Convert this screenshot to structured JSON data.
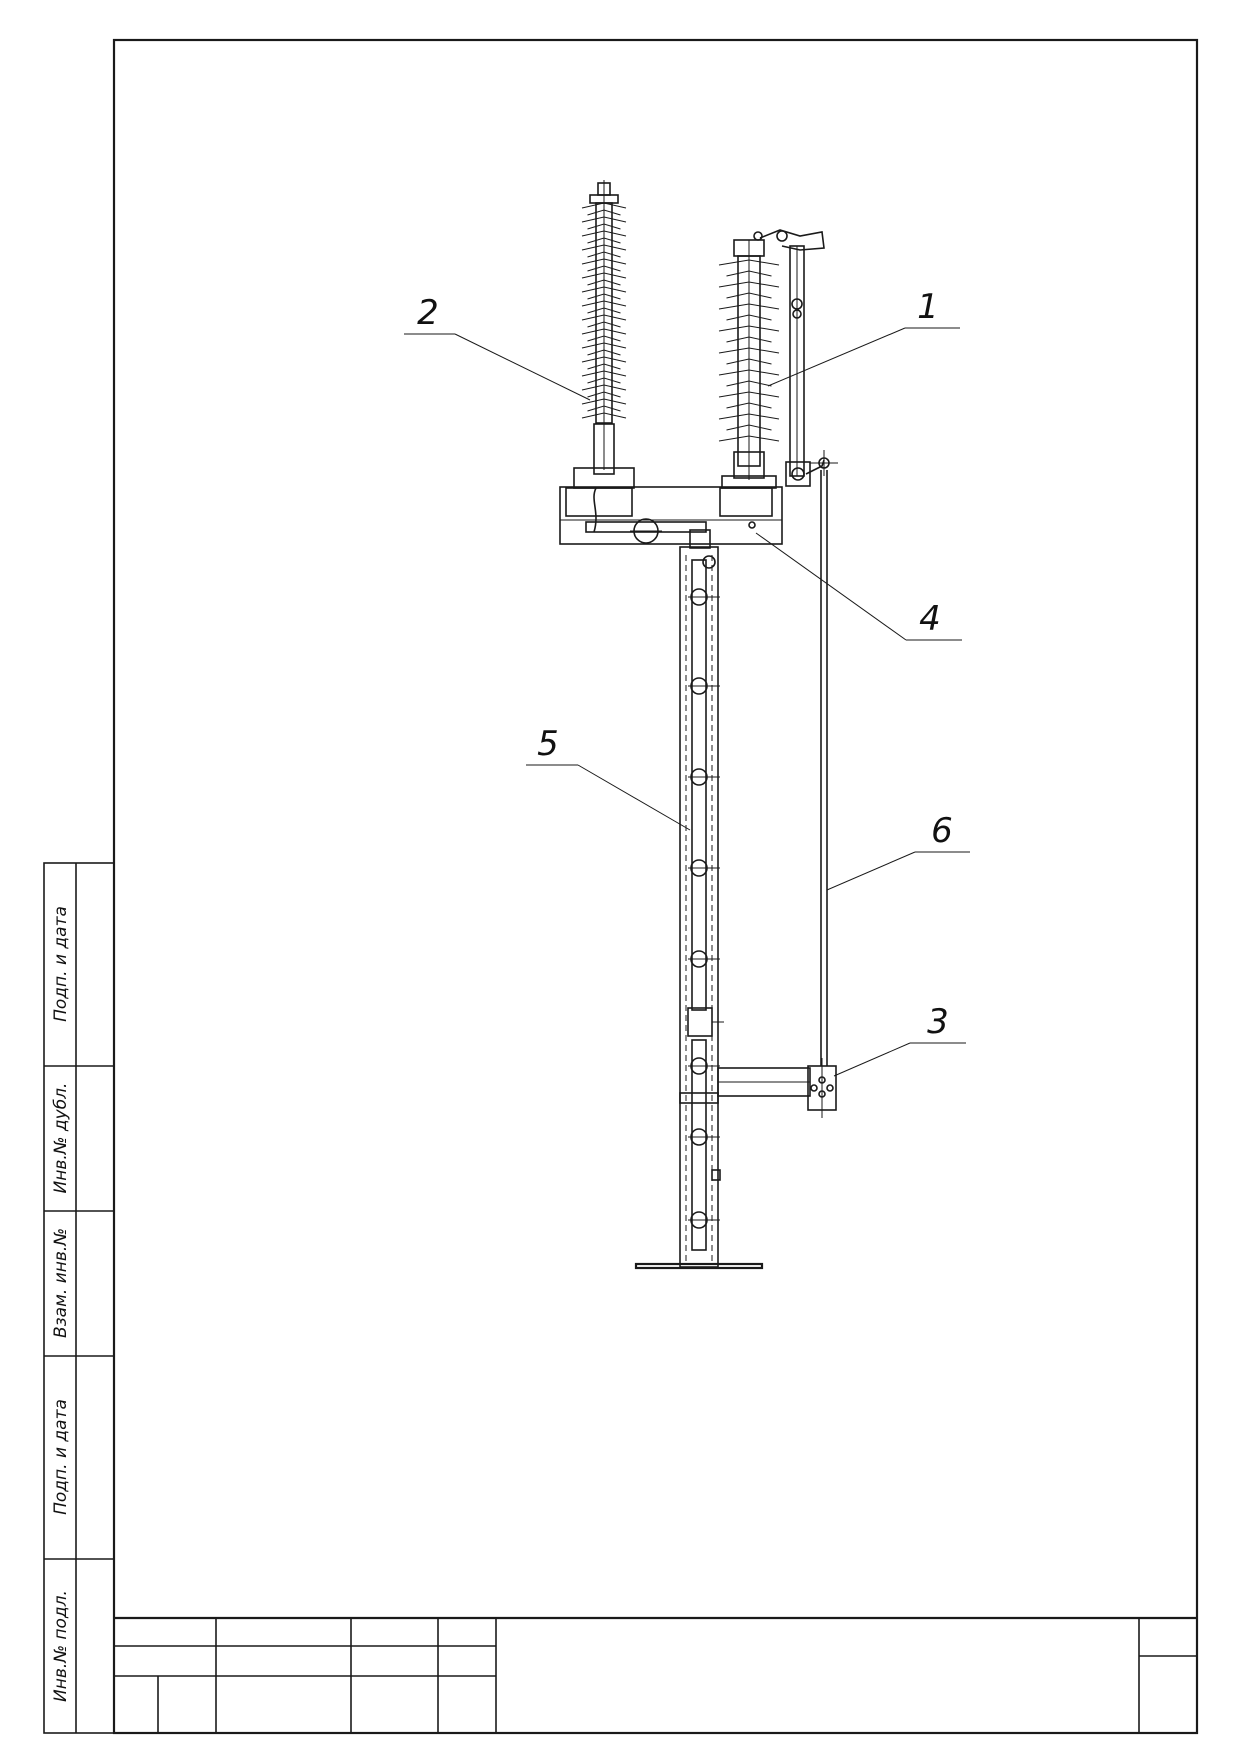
{
  "callouts": [
    {
      "id": "1",
      "text": "1"
    },
    {
      "id": "2",
      "text": "2"
    },
    {
      "id": "3",
      "text": "3"
    },
    {
      "id": "4",
      "text": "4"
    },
    {
      "id": "5",
      "text": "5"
    },
    {
      "id": "6",
      "text": "6"
    }
  ],
  "side_stamp": [
    "Подп. и дата",
    "Инв.№ дубл.",
    "Взам. инв.№",
    "Подп. и дата",
    "Инв.№ подл."
  ]
}
